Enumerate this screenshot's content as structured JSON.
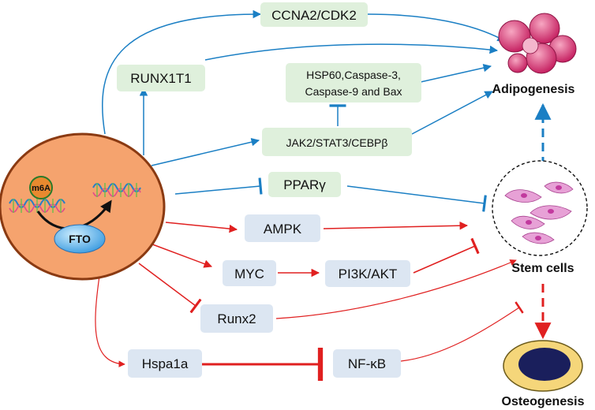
{
  "colors": {
    "up": "#1b7fc4",
    "down": "#e02020",
    "green_box": "#dff0dc",
    "blue_box": "#dce6f2",
    "cell": "#f5a36e"
  },
  "cell": {
    "m6a_label": "m6A",
    "fto_label": "FTO"
  },
  "nodes": {
    "ccna2": "CCNA2/CDK2",
    "runx1t1": "RUNX1T1",
    "hsp60_line1": "HSP60,Caspase-3,",
    "hsp60_line2": "Caspase-9 and Bax",
    "jak2": "JAK2/STAT3/CEBPβ",
    "ppar": "PPARγ",
    "ampk": "AMPK",
    "myc": "MYC",
    "pi3k": "PI3K/AKT",
    "runx2": "Runx2",
    "hspa1a": "Hspa1a",
    "nfkb": "NF-κB"
  },
  "outcomes": {
    "adipogenesis": "Adipogenesis",
    "stem_cells": "Stem cells",
    "osteogenesis": "Osteogenesis"
  }
}
